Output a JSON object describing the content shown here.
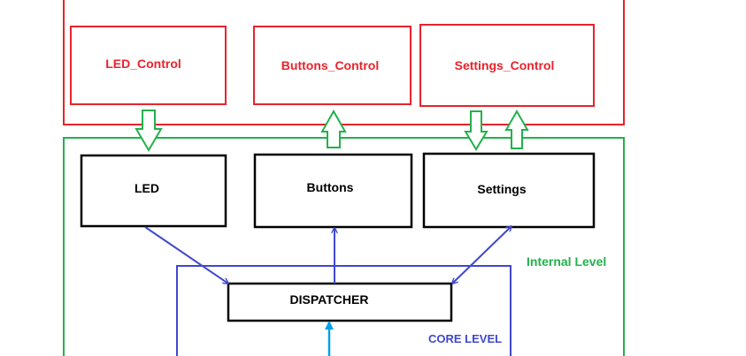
{
  "colors": {
    "control_red": "#e8232b",
    "internal_green": "#22b14c",
    "core_blue": "#3f48cc",
    "input_arrow_blue": "#00a2e8",
    "module_black": "#000000"
  },
  "control_level": {
    "boxes": [
      {
        "label": "LED_Control"
      },
      {
        "label": "Buttons_Control"
      },
      {
        "label": "Settings_Control"
      }
    ]
  },
  "internal_level": {
    "label": "Internal Level",
    "modules": [
      {
        "label": "LED"
      },
      {
        "label": "Buttons"
      },
      {
        "label": "Settings"
      }
    ]
  },
  "core_level": {
    "label": "CORE LEVEL",
    "dispatcher": {
      "label": "DISPATCHER"
    }
  },
  "connections": [
    {
      "from": "LED_Control",
      "to": "LED",
      "type": "hollow-arrow-down"
    },
    {
      "from": "Buttons",
      "to": "Buttons_Control",
      "type": "hollow-arrow-up"
    },
    {
      "from": "Settings_Control",
      "to": "Settings",
      "type": "hollow-arrow-down"
    },
    {
      "from": "Settings",
      "to": "Settings_Control",
      "type": "hollow-arrow-up"
    },
    {
      "from": "LED",
      "to": "DISPATCHER",
      "type": "arrow"
    },
    {
      "from": "DISPATCHER",
      "to": "Buttons",
      "type": "arrow"
    },
    {
      "from": "Settings",
      "to": "DISPATCHER",
      "type": "bidirectional-arrow"
    },
    {
      "from": "external-input",
      "to": "DISPATCHER",
      "type": "arrow"
    }
  ]
}
